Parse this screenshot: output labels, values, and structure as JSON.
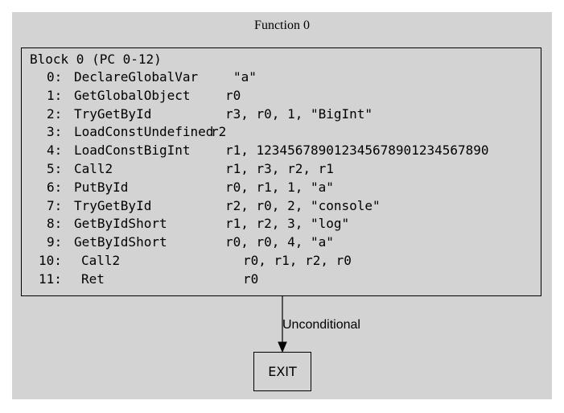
{
  "function_title": "Function 0",
  "block": {
    "header": "Block 0 (PC 0-12)",
    "instructions": [
      {
        "index": "0:",
        "op": "DeclareGlobalVar",
        "args": "\"a\""
      },
      {
        "index": "1:",
        "op": "GetGlobalObject",
        "args": "r0"
      },
      {
        "index": "2:",
        "op": "TryGetById",
        "args": "r3, r0, 1, \"BigInt\""
      },
      {
        "index": "3:",
        "op": "LoadConstUndefined",
        "args": "r2"
      },
      {
        "index": "4:",
        "op": "LoadConstBigInt",
        "args": "r1, 123456789012345678901234567890"
      },
      {
        "index": "5:",
        "op": "Call2",
        "args": "r1, r3, r2, r1"
      },
      {
        "index": "6:",
        "op": "PutById",
        "args": "r0, r1, 1, \"a\""
      },
      {
        "index": "7:",
        "op": "TryGetById",
        "args": "r2, r0, 2, \"console\""
      },
      {
        "index": "8:",
        "op": "GetByIdShort",
        "args": "r1, r2, 3, \"log\""
      },
      {
        "index": "9:",
        "op": "GetByIdShort",
        "args": "r0, r0, 4, \"a\""
      },
      {
        "index": "10:",
        "op": "Call2",
        "args": "r0, r1, r2, r0"
      },
      {
        "index": "11:",
        "op": "Ret",
        "args": "r0"
      }
    ]
  },
  "edge": {
    "label": "Unconditional"
  },
  "exit_node": {
    "label": "EXIT"
  },
  "colors": {
    "cluster_fill": "#d3d3d3",
    "stroke": "#000000",
    "background": "#ffffff"
  }
}
